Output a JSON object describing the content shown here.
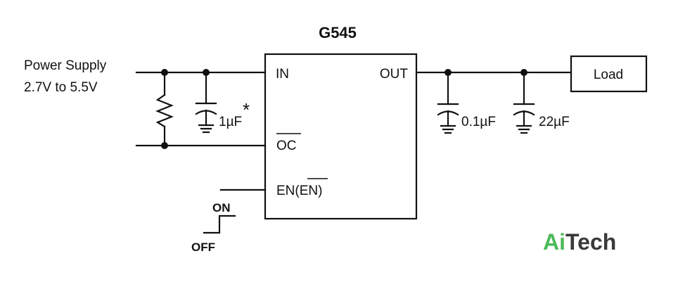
{
  "ic": {
    "name": "G545",
    "pins": {
      "in": "IN",
      "out": "OUT",
      "oc": "OC",
      "en": "EN(EN)"
    }
  },
  "supply": {
    "line1": "Power Supply",
    "line2": "2.7V to 5.5V"
  },
  "components": {
    "input_cap": "1µF",
    "input_cap_note": "*",
    "output_cap_1": "0.1µF",
    "output_cap_2": "22µF",
    "load": "Load"
  },
  "switch": {
    "on": "ON",
    "off": "OFF"
  },
  "watermark": {
    "part1": "Ai",
    "part2": "Tech",
    "color1": "#4cbb5a",
    "color2": "#3a3a3a"
  }
}
